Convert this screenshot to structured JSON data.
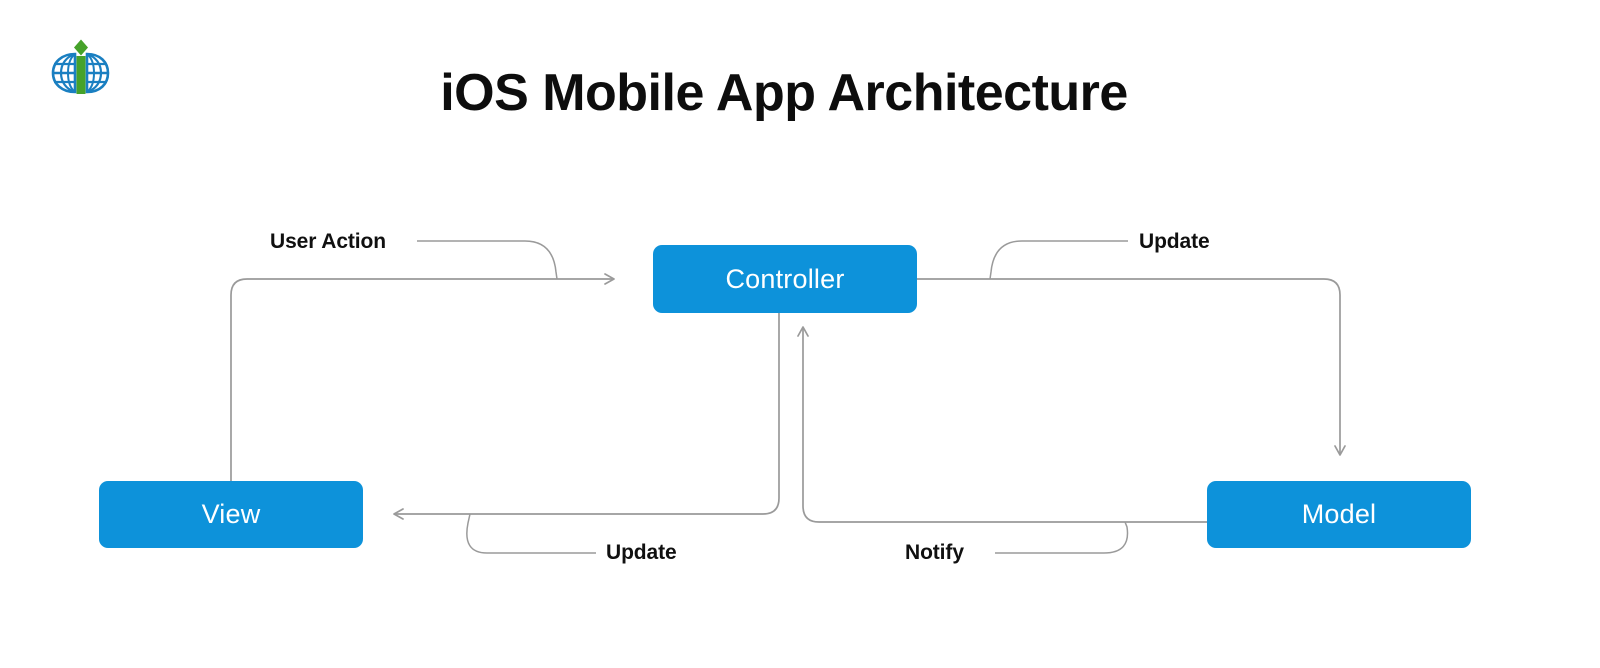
{
  "page": {
    "background_color": "#ffffff",
    "title": "iOS Mobile App Architecture"
  },
  "logo": {
    "name": "globe-i-logo",
    "globe_color": "#1a7fc1",
    "letter_color": "#46a22a",
    "diamond_color": "#46a22a"
  },
  "diagram": {
    "type": "flow",
    "accent_color": "#0d92da",
    "node_text_color": "#ffffff",
    "connector_color": "#9a9a9a",
    "nodes": [
      {
        "id": "controller",
        "label": "Controller"
      },
      {
        "id": "view",
        "label": "View"
      },
      {
        "id": "model",
        "label": "Model"
      }
    ],
    "edges": [
      {
        "id": "user-action",
        "label": "User Action",
        "from": "view",
        "to": "controller"
      },
      {
        "id": "update-top",
        "label": "Update",
        "from": "controller",
        "to": "model"
      },
      {
        "id": "update-bottom",
        "label": "Update",
        "from": "controller",
        "to": "view"
      },
      {
        "id": "notify",
        "label": "Notify",
        "from": "model",
        "to": "controller"
      }
    ]
  }
}
